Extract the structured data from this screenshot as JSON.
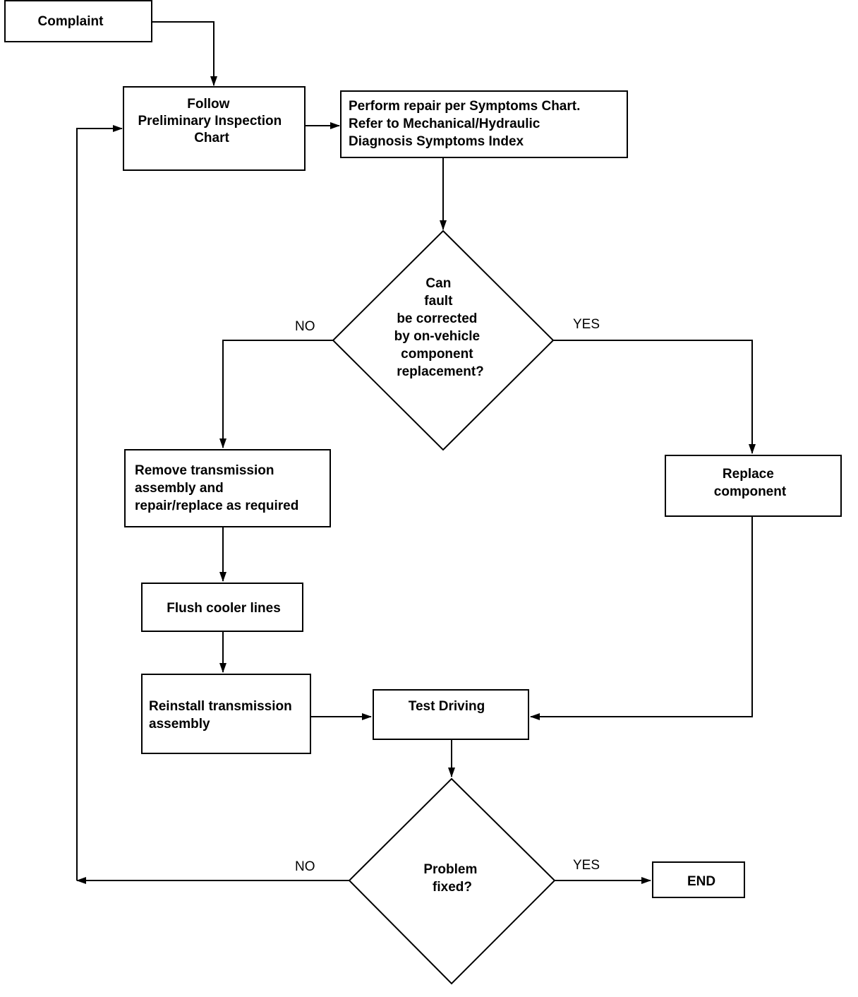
{
  "nodes": {
    "complaint": [
      "Complaint"
    ],
    "preliminary": [
      "Follow",
      "Preliminary Inspection",
      "Chart"
    ],
    "perform_repair": [
      "Perform repair per Symptoms Chart.",
      "Refer to Mechanical/Hydraulic",
      "Diagnosis Symptoms Index"
    ],
    "decision_fault": [
      "Can",
      "fault",
      "be corrected",
      "by on-vehicle",
      "component",
      "replacement?"
    ],
    "remove_transmission": [
      "Remove transmission",
      "assembly and",
      "repair/replace as required"
    ],
    "replace_component": [
      "Replace",
      "component"
    ],
    "flush": [
      "Flush cooler lines"
    ],
    "reinstall": [
      "Reinstall transmission",
      "assembly"
    ],
    "test_driving": [
      "Test Driving"
    ],
    "decision_fixed": [
      "Problem",
      "fixed?"
    ],
    "end": [
      "END"
    ]
  },
  "labels": {
    "fault_no": "NO",
    "fault_yes": "YES",
    "fixed_no": "NO",
    "fixed_yes": "YES"
  },
  "colors": {
    "stroke": "#000000",
    "background": "#ffffff",
    "text": "#000000"
  }
}
